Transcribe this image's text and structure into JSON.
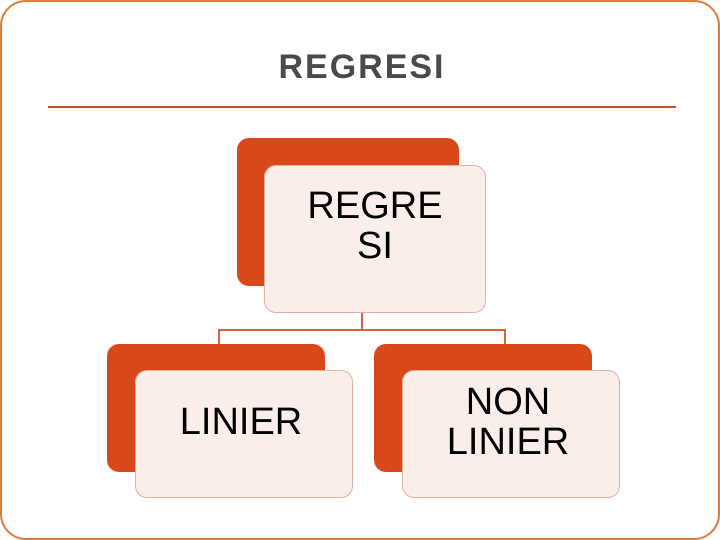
{
  "slide": {
    "title": "REGRESI",
    "accent_color": "#d9481b",
    "face_color": "#faeeea",
    "border_color": "#e07b39",
    "title_color": "#4a4a4a"
  },
  "diagram": {
    "type": "tree",
    "root": {
      "label": "REGRE\nSI"
    },
    "children": [
      {
        "label": "LINIER"
      },
      {
        "label": "NON\nLINIER"
      }
    ]
  }
}
